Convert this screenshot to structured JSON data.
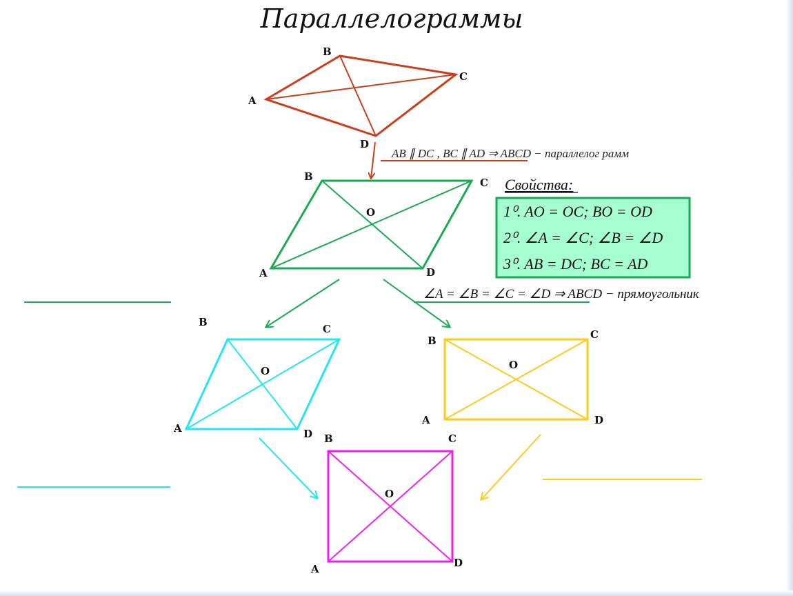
{
  "title": "Параллелограммы",
  "colors": {
    "quad": "#cc3d1c",
    "parallelogram": "#1aaa52",
    "rhombus": "#22e6f2",
    "rectangle": "#ffc91e",
    "square": "#f01ff0",
    "box_fill": "#a6ffd0",
    "box_border": "#1aaa52"
  },
  "labels": {
    "A": "A",
    "B": "B",
    "C": "C",
    "D": "D",
    "O": "O"
  },
  "definition": {
    "parallelogram": "AB ∥ DC , BC ∥ AD  ⇒  ABCD  − параллелог рамм",
    "rectangle": "∠A = ∠B = ∠C = ∠D ⇒ ABCD − прямоугольник"
  },
  "properties": {
    "title": "Свойства:",
    "items": [
      "1⁰. AO = OC; BO = OD",
      "2⁰. ∠A = ∠C;  ∠B = ∠D",
      "3⁰. AB = DC;  BC = AD"
    ]
  }
}
